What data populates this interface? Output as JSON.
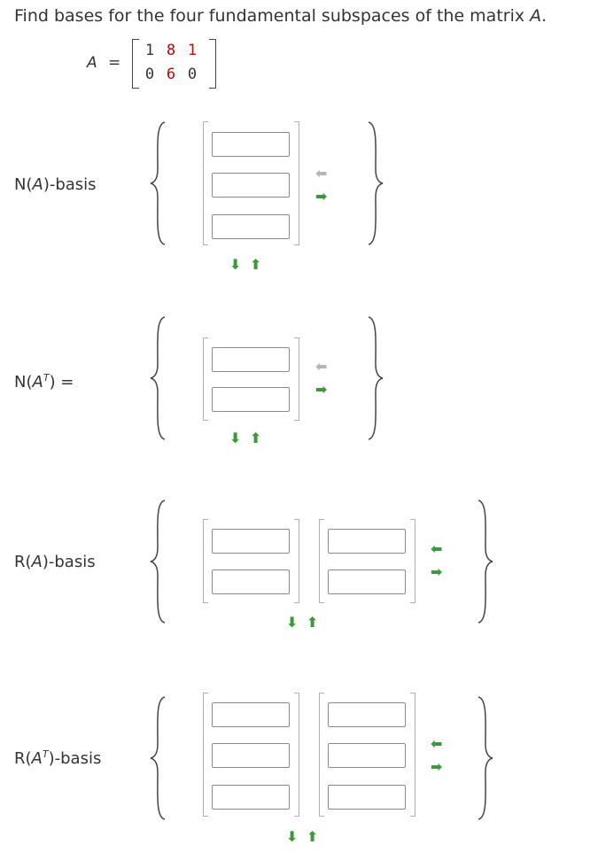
{
  "prompt": {
    "pre": "Find bases for the four fundamental subspaces of the matrix ",
    "var": "A",
    "post": "."
  },
  "matrix": {
    "label": "A",
    "equals": "=",
    "rows": [
      [
        "1",
        "8",
        "1"
      ],
      [
        "0",
        "6",
        "0"
      ]
    ]
  },
  "sections": {
    "nA": {
      "label_pre": "N(",
      "label_var": "A",
      "label_post": ")-basis"
    },
    "nAT": {
      "label_pre": "N(",
      "label_var": "A",
      "label_sup": "T",
      "label_post": ") ="
    },
    "rA": {
      "label_pre": "R(",
      "label_var": "A",
      "label_post": ")-basis"
    },
    "rAT": {
      "label_pre": "R(",
      "label_var": "A",
      "label_sup": "T",
      "label_post": ")-basis"
    }
  },
  "icons": {
    "add_row": "arrow-down-icon",
    "remove_row": "arrow-up-icon",
    "add_col": "arrow-right-icon",
    "remove_col": "arrow-left-icon"
  },
  "colors": {
    "enabled": "#3a9a3a",
    "disabled": "#b5b5b5",
    "highlight": "#cc0000"
  }
}
